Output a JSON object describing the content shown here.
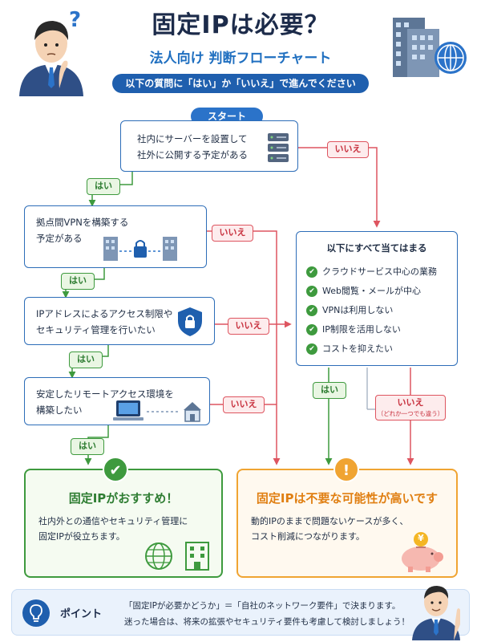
{
  "header": {
    "title": "固定IPは必要？",
    "subtitle": "法人向け 判断フローチャート",
    "instruction": "以下の質問に「はい」か「いいえ」で進んでください",
    "question_mark": "?"
  },
  "flow": {
    "start": "スタート",
    "q1": [
      "社内にサーバーを設置して",
      "社外に公開する予定がある"
    ],
    "q2": [
      "拠点間VPNを構築する",
      "予定がある"
    ],
    "q3": [
      "IPアドレスによるアクセス制限や",
      "セキュリティ管理を行いたい"
    ],
    "q4": [
      "安定したリモートアクセス環境を",
      "構築したい"
    ],
    "yes": "はい",
    "no": "いいえ",
    "no_note": "（どれか一つでも違う）"
  },
  "conditions": {
    "title": "以下にすべて当てはまる",
    "items": [
      "クラウドサービス中心の業務",
      "Web閲覧・メールが中心",
      "VPNは利用しない",
      "IP制限を活用しない",
      "コストを抑えたい"
    ]
  },
  "results": {
    "recommended": {
      "title": "固定IPがおすすめ！",
      "body": [
        "社内外との通信やセキュリティ管理に",
        "固定IPが役立ちます。"
      ]
    },
    "not_needed": {
      "title": "固定IPは不要な可能性が高いです",
      "body": [
        "動的IPのままで問題ないケースが多く、",
        "コスト削減につながります。"
      ],
      "coin": "¥"
    }
  },
  "point": {
    "label": "ポイント",
    "line1": "「固定IPが必要かどうか」＝「自社のネットワーク要件」で決まります。",
    "line2": "迷った場合は、将来の拡張やセキュリティ要件も考慮して検討しましょう！"
  },
  "colors": {
    "primary": "#2d6db8",
    "yes_green": "#3e9a3e",
    "no_red": "#de5560",
    "warning_orange": "#f0a432"
  }
}
